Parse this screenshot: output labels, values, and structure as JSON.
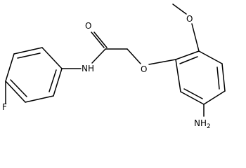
{
  "molecule": {
    "atom_labels": {
      "o_carbonyl": "O",
      "nh_amide": "NH",
      "o_ether": "O",
      "o_methoxy": "O",
      "f": "F",
      "nh2_n": "NH",
      "nh2_sub": "2"
    }
  }
}
